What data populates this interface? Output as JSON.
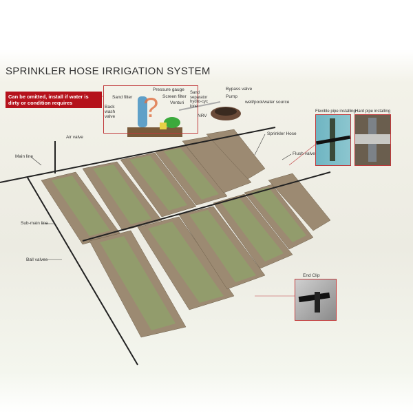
{
  "title": "SPRINKLER HOSE IRRIGATION SYSTEM",
  "note": "Can be omitted, install if water is dirty or condition requires",
  "labels": {
    "pressure_gauge": "Pressure gauge",
    "sand_filter": "Sand filter",
    "screen_filter": "Screen filter",
    "venturi": "Venturi",
    "back_wash_valve": "Back wash valve",
    "sand_separator": "Sand separator hydro-cyc lone",
    "bypass_valve": "Bypass valve",
    "pump": "Pump",
    "water_source": "well/pool/water source",
    "nrv": "NRV",
    "sprinkler_hose": "Sprinkler Hose",
    "flush_valve": "Flush valve",
    "air_valve": "Air valve",
    "main_line": "Main line",
    "sub_main_line": "Sub-main line",
    "ball_valves": "Ball valves",
    "end_clip": "End Clip",
    "flexible_pipe": "Flexible pipe installing",
    "hard_pipe": "Hard pipe installing"
  },
  "colors": {
    "accent": "#b5121b",
    "soil": "#a08f78",
    "plant": "#7a8f5a"
  }
}
